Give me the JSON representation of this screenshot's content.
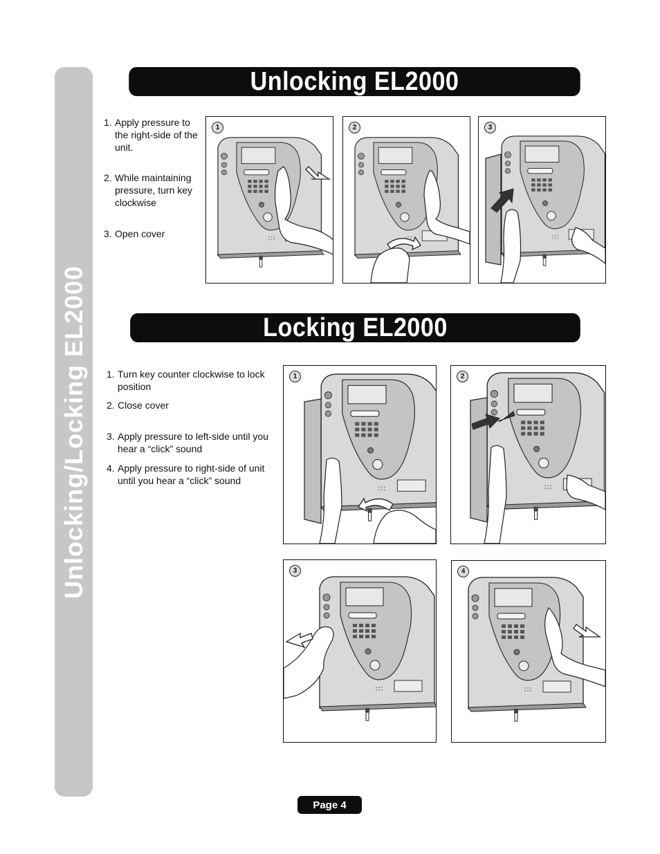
{
  "side_title": "Unlocking/Locking EL2000",
  "unlocking": {
    "title": "Unlocking EL2000",
    "steps": [
      {
        "num": "1.",
        "text": "Apply pressure to the right-side of the unit."
      },
      {
        "num": "2.",
        "text": "While maintaining pressure, turn key clockwise"
      },
      {
        "num": "3.",
        "text": "Open cover"
      }
    ],
    "panels": [
      "1",
      "2",
      "3"
    ]
  },
  "locking": {
    "title": "Locking EL2000",
    "steps": [
      {
        "num": "1.",
        "text": "Turn key counter clockwise to lock position"
      },
      {
        "num": "2.",
        "text": "Close cover"
      },
      {
        "num": "3.",
        "text": "Apply pressure to left-side until you hear a “click” sound"
      },
      {
        "num": "4.",
        "text": "Apply pressure to right-side of unit until you hear a “click” sound"
      }
    ],
    "panels": [
      "1",
      "2",
      "3",
      "4"
    ]
  },
  "footer": {
    "page_label": "Page 4"
  },
  "colors": {
    "banner": "#0d0d0d",
    "side_tab": "#c7c7c7",
    "device_body": "#d9d9d9"
  },
  "icons": [
    "device-illustration",
    "hand-illustration",
    "push-arrow-icon",
    "rotate-arrow-icon",
    "key-icon"
  ]
}
